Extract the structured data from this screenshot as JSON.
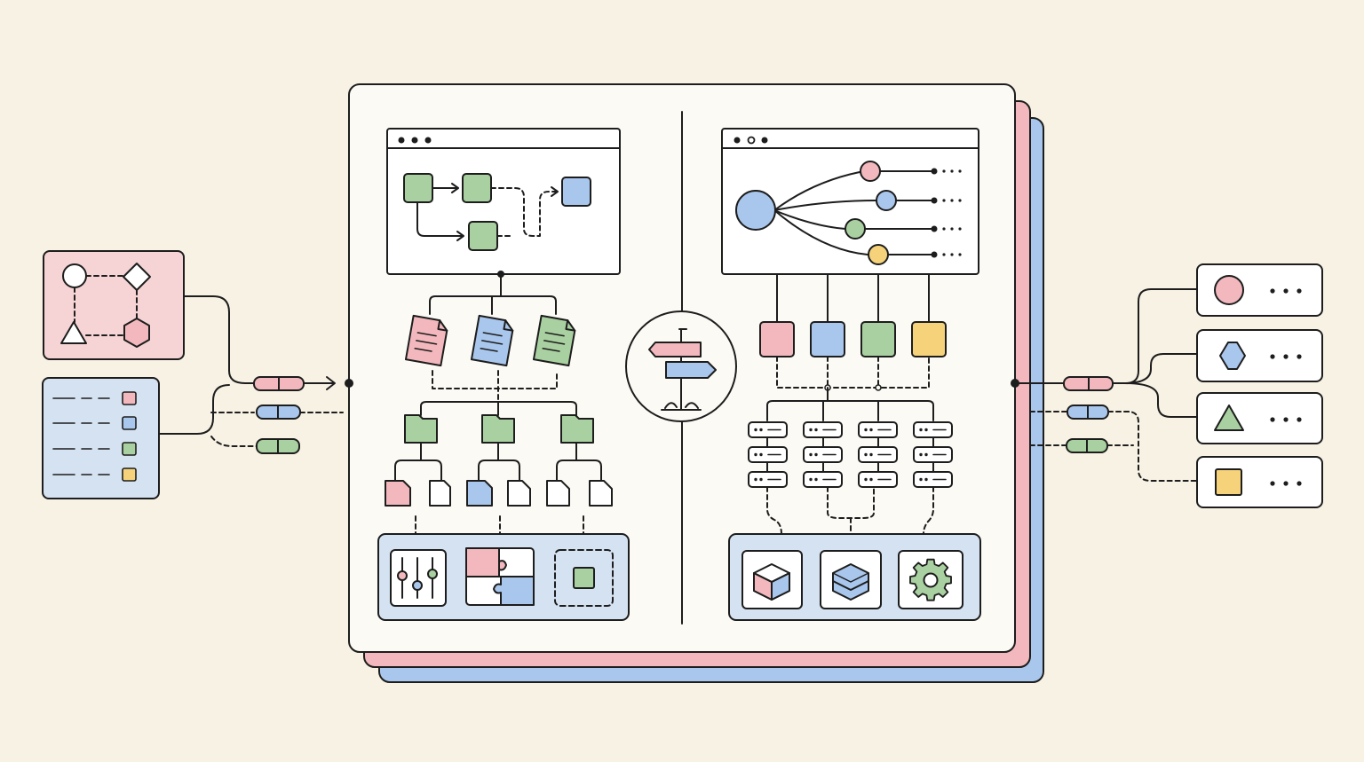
{
  "diagram": {
    "colors": {
      "background": "#f8f2e4",
      "paper": "#fbfaf5",
      "ink": "#1d1d1d",
      "red": "#f2b8bd",
      "red_fill": "#f6d3d4",
      "blue": "#a9c6ec",
      "blue_fill": "#d5e2f1",
      "green": "#a9d0a0",
      "yellow": "#f6d37a"
    },
    "input_panels": [
      {
        "name": "shapes-panel",
        "shapes": [
          "circle",
          "diamond",
          "triangle",
          "hexagon"
        ]
      },
      {
        "name": "list-panel",
        "rows": [
          "red",
          "blue",
          "green",
          "yellow"
        ]
      }
    ],
    "input_connectors": [
      "red",
      "blue",
      "green"
    ],
    "left_pane": {
      "window_dots": [
        "filled",
        "filled",
        "filled"
      ],
      "flow_nodes": [
        "green",
        "green",
        "green",
        "blue"
      ],
      "documents": [
        "red-document-icon",
        "blue-document-icon",
        "green-document-icon"
      ],
      "folders": [
        "folder-icon",
        "folder-icon",
        "folder-icon"
      ],
      "files": [
        "red",
        "white",
        "blue",
        "white",
        "white",
        "white"
      ],
      "tools": [
        "sliders-icon",
        "puzzle-icon",
        "dashed-square-icon"
      ]
    },
    "center_hub": {
      "icon": "signpost-icon"
    },
    "right_pane": {
      "window_dots": [
        "filled",
        "hollow",
        "filled"
      ],
      "branch_nodes": [
        "red",
        "blue",
        "green",
        "yellow"
      ],
      "category_blocks": [
        "red",
        "blue",
        "green",
        "yellow"
      ],
      "server_grid": {
        "columns": 4,
        "rows": 3
      },
      "components": [
        "cube-icon",
        "hexagon-cube-icon",
        "gear-icon"
      ]
    },
    "output_connectors": [
      "red",
      "blue",
      "green"
    ],
    "output_cards": [
      {
        "shape": "circle-icon",
        "color": "red"
      },
      {
        "shape": "hexagon-icon",
        "color": "blue"
      },
      {
        "shape": "triangle-icon",
        "color": "green"
      },
      {
        "shape": "square-icon",
        "color": "yellow"
      }
    ]
  }
}
